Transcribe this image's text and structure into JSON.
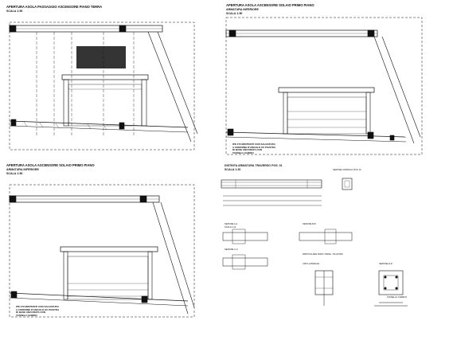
{
  "panels": {
    "p1": {
      "title": "APERTURA ASOLA PASSAGGIO ASCENSORE PIANO TERRA",
      "scale": "SCALA 1:50"
    },
    "p2": {
      "title": "APERTURA ASOLA ASCENSORE SOLAIO PRIMO PIANO",
      "subtitle": "ARMATURA INFERIORE",
      "scale": "SCALA 1:50",
      "note": "IPE 270 MONTANTI CON SALDATURA\nA CORDONE D'ANGOLO SU PIASTRA\nDI BASE ANCORATA CON\nTASSELLI CHIMICI"
    },
    "p3": {
      "title": "APERTURA ASOLA ASCENSORE SOLAIO PRIMO PIANO",
      "subtitle": "ARMATURA INFERIORE",
      "scale": "SCALA 1:50",
      "note": "IPE 270 MONTANTI CON SALDATURA\nA CORDONE D'ANGOLO SU PIASTRA\nDI BASE ANCORATA CON\nTASSELLI CHIMICI"
    },
    "p4": {
      "title": "DISTINTA ARMATURA TRAVERSO POS. 01",
      "scale": "SCALA 1:20",
      "section_a": "SEZIONE A-A",
      "section_b": "SEZIONE B-B",
      "section_c": "SEZIONE C-C",
      "section_d": "SEZIONE D-D",
      "section_scale": "SCALA 1:10",
      "cordolo": "SEZIONE CORDOLO POS. 01",
      "particolare": "PARTICOLARE NODO TRAVE - PILASTRO",
      "vista": "VISTA LATERALE",
      "tassello": "TASSELLO CHIMICO"
    }
  }
}
